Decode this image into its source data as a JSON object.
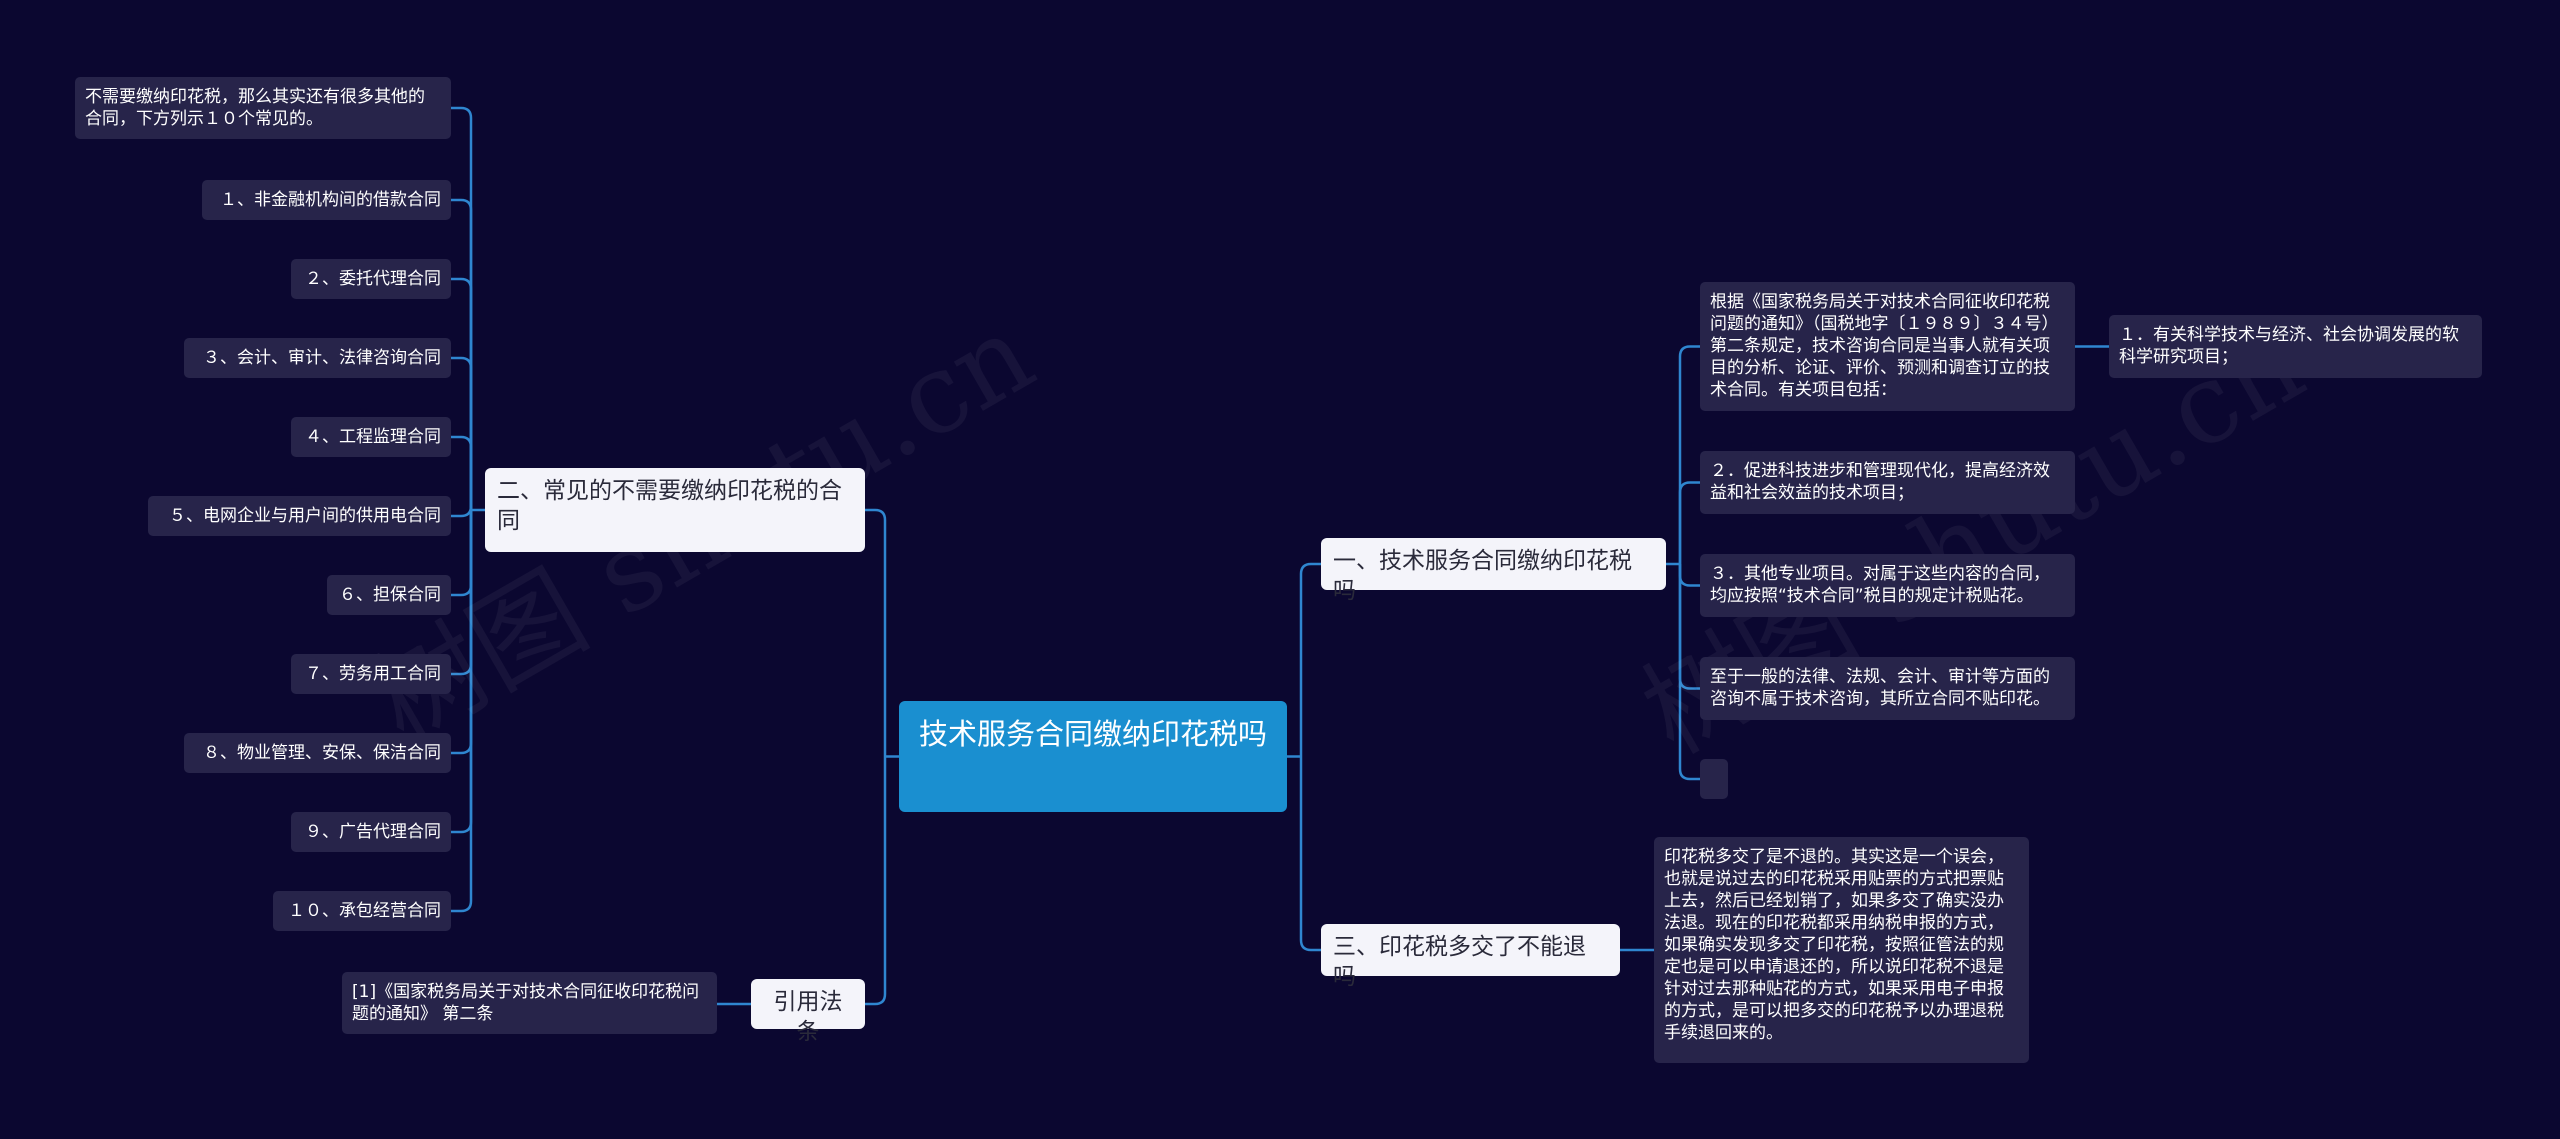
{
  "watermark": "树图 shutu.cn",
  "root": "技术服务合同缴纳印花税吗",
  "left_branch": {
    "title": "二、常见的不需要缴纳印花税的合同",
    "items": [
      "不需要缴纳印花税，那么其实还有很多其他的合同，下方列示１０个常见的。",
      "１、非金融机构间的借款合同",
      "２、委托代理合同",
      "３、会计、审计、法律咨询合同",
      "４、工程监理合同",
      "５、电网企业与用户间的供用电合同",
      "６、担保合同",
      "７、劳务用工合同",
      "８、物业管理、安保、保洁合同",
      "９、广告代理合同",
      "１０、承包经营合同"
    ]
  },
  "ref_branch": {
    "title": "引用法条",
    "items": [
      "[1]《国家税务局关于对技术合同征收印花税问题的通知》 第二条"
    ]
  },
  "right_branch_1": {
    "title": "一、技术服务合同缴纳印花税吗",
    "items": [
      "根据《国家税务局关于对技术合同征收印花税问题的通知》（国税地字〔１９８９〕３４号）第二条规定，技术咨询合同是当事人就有关项目的分析、论证、评价、预测和调查订立的技术合同。有关项目包括：",
      "２．促进科技进步和管理现代化，提高经济效益和社会效益的技术项目；",
      "３．其他专业项目。对属于这些内容的合同，均应按照“技术合同”税目的规定计税贴花。",
      "至于一般的法律、法规、会计、审计等方面的咨询不属于技术咨询，其所立合同不贴印花。",
      ""
    ],
    "sub_item": "１．有关科学技术与经济、社会协调发展的软科学研究项目；"
  },
  "right_branch_2": {
    "title": "三、印花税多交了不能退吗",
    "items": [
      "印花税多交了是不退的。其实这是一个误会，也就是说过去的印花税采用贴票的方式把票贴上去，然后已经划销了，如果多交了确实没办法退。现在的印花税都采用纳税申报的方式，如果确实发现多交了印花税，按照征管法的规定也是可以申请退还的，所以说印花税不退是针对过去那种贴花的方式，如果采用电子申报的方式，是可以把多交的印花税予以办理退税手续退回来的。"
    ]
  },
  "colors": {
    "background": "#0b0730",
    "root": "#1a8fd0",
    "branch": "#f4f4fa",
    "leaf": "#27244a",
    "link": "#2f86d0"
  }
}
